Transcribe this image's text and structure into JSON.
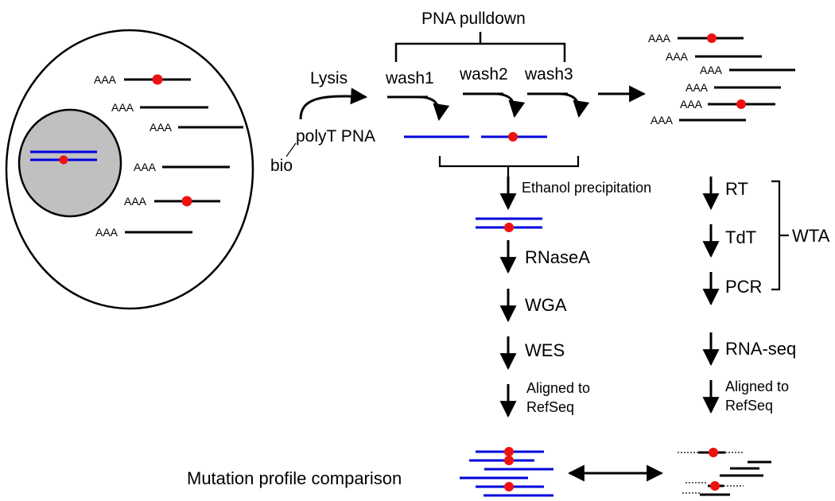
{
  "cell": {
    "polya_label": "AAA"
  },
  "steps": {
    "lysis": "Lysis",
    "bio": "bio",
    "polyt_pna": "polyT PNA",
    "pna_pulldown": "PNA pulldown",
    "wash1": "wash1",
    "wash2": "wash2",
    "wash3": "wash3",
    "ethanol": "Ethanol precipitation",
    "rnasea": "RNaseA",
    "wga": "WGA",
    "wes": "WES",
    "aligned_left_1": "Aligned to",
    "aligned_left_2": "RefSeq",
    "rt": "RT",
    "tdt": "TdT",
    "pcr": "PCR",
    "wta": "WTA",
    "rnaseq": "RNA-seq",
    "aligned_right_1": "Aligned to",
    "aligned_right_2": "RefSeq",
    "mutation": "Mutation profile comparison"
  },
  "colors": {
    "dna": "#0000dd",
    "mutation": "#ee1111",
    "rna": "#000000"
  }
}
